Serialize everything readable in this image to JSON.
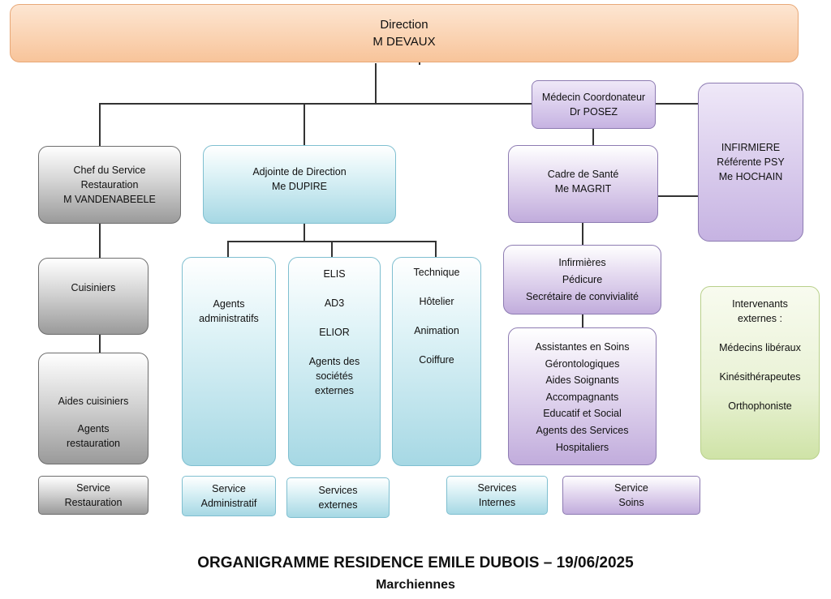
{
  "direction": {
    "line1": "Direction",
    "line2": "M DEVAUX"
  },
  "medecin": {
    "line1": "Médecin Coordonateur",
    "line2": "Dr POSEZ"
  },
  "infirmiere": {
    "line1": "INFIRMIERE",
    "line2": "Référente PSY",
    "line3": "Me HOCHAIN"
  },
  "chef_restauration": {
    "line1": "Chef du Service",
    "line2": "Restauration",
    "line3": "M VANDENABEELE"
  },
  "adjointe": {
    "line1": "Adjointe de Direction",
    "line2": "Me DUPIRE"
  },
  "cadre_sante": {
    "line1": "Cadre de Santé",
    "line2": "Me MAGRIT"
  },
  "cuisiniers": {
    "label": "Cuisiniers"
  },
  "aides_cuisiniers": {
    "line1": "Aides cuisiniers",
    "line2": "Agents",
    "line3": "restauration"
  },
  "agents_admin": {
    "line1": "Agents",
    "line2": "administratifs"
  },
  "societes": {
    "item1": "ELIS",
    "item2": "AD3",
    "item3": "ELIOR",
    "item4a": "Agents des",
    "item4b": "sociétés",
    "item4c": "externes"
  },
  "technique": {
    "item1": "Technique",
    "item2": "Hôtelier",
    "item3": "Animation",
    "item4": "Coiffure"
  },
  "infirmieres": {
    "line1": "Infirmières",
    "line2": "Pédicure",
    "line3": "Secrétaire de convivialité"
  },
  "assistantes": {
    "line1": "Assistantes en Soins",
    "line2": "Gérontologiques",
    "line3": "Aides Soignants",
    "line4": "Accompagnants",
    "line5": "Educatif et Social",
    "line6": "Agents des Services",
    "line7": "Hospitaliers"
  },
  "intervenants": {
    "line1": "Intervenants",
    "line2": "externes :",
    "item1": "Médecins libéraux",
    "item2": "Kinésithérapeutes",
    "item3": "Orthophoniste"
  },
  "legend": {
    "restauration": {
      "line1": "Service",
      "line2": "Restauration"
    },
    "administratif": {
      "line1": "Service",
      "line2": "Administratif"
    },
    "externes": {
      "line1": "Services",
      "line2": "externes"
    },
    "internes": {
      "line1": "Services",
      "line2": "Internes"
    },
    "soins": {
      "line1": "Service",
      "line2": "Soins"
    }
  },
  "footer": {
    "title": "ORGANIGRAMME RESIDENCE EMILE DUBOIS – 19/06/2025",
    "subtitle": "Marchiennes"
  },
  "colors": {
    "peach": "#f8c49a",
    "gray": "#9a9a9a",
    "cyan": "#a6d8e4",
    "purple": "#c1acdc",
    "green": "#cfe3a7"
  }
}
